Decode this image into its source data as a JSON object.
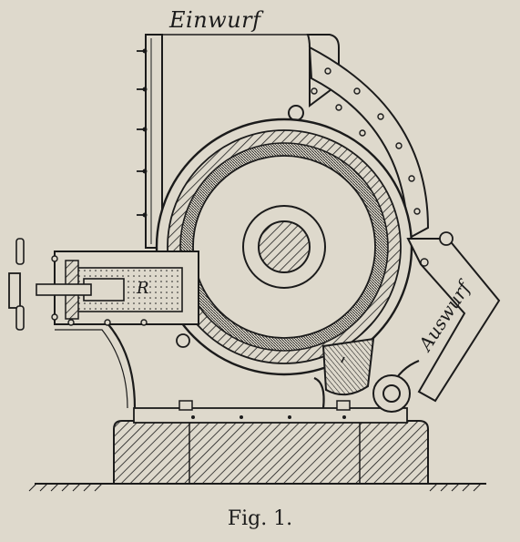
{
  "figure": {
    "caption": "Fig. 1.",
    "labels": {
      "einwurf": "Einwurf",
      "auswurf": "Auswurf",
      "part_r": "R"
    }
  },
  "colors": {
    "paper": "#ded9cc",
    "ink": "#1b1b1b"
  }
}
